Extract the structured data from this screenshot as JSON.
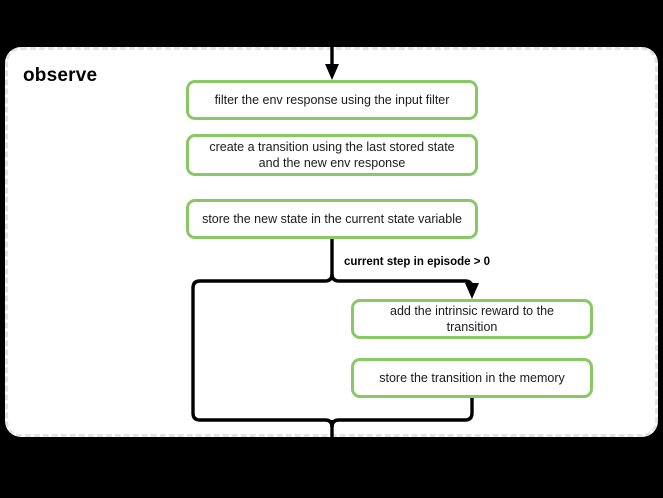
{
  "diagram": {
    "title": "observe",
    "background_color": "#000000",
    "container": {
      "name": "observe",
      "label": "observe",
      "fill_color": "#ffffff",
      "border_color": "#e3e3e3",
      "border_style": "dashed"
    },
    "node_style": {
      "border_color": "#88c965",
      "fill_color": "#ffffff",
      "text_color": "#1a1a1a"
    },
    "edge_color": "#000000",
    "nodes": [
      {
        "id": "filter-env-response",
        "label": "filter the env response using the input filter"
      },
      {
        "id": "create-transition",
        "label": "create a transition using the last stored state and the new env response"
      },
      {
        "id": "store-new-state",
        "label": "store the new state in the current state variable"
      },
      {
        "id": "add-intrinsic-reward",
        "label": "add the intrinsic reward to the transition"
      },
      {
        "id": "store-transition-memory",
        "label": "store the transition in the memory"
      }
    ],
    "branch": {
      "id": "current-step-condition",
      "label": "current step in episode > 0"
    }
  }
}
